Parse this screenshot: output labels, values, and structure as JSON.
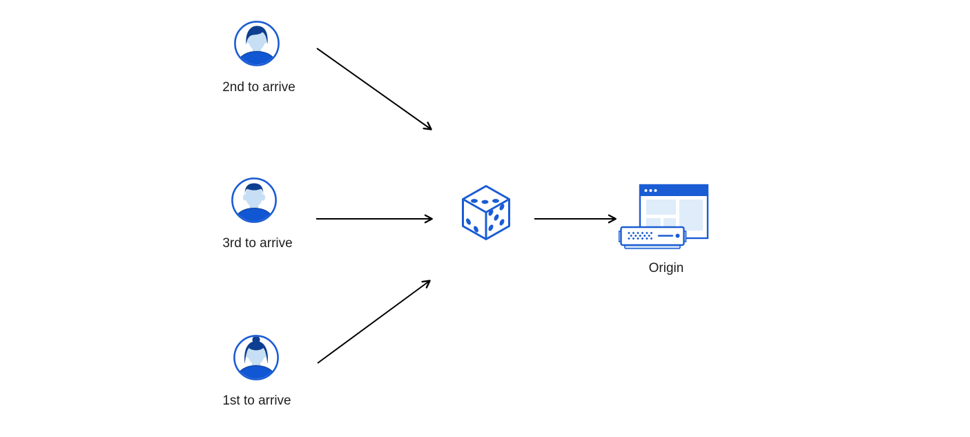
{
  "diagram": {
    "description": "Three visitors arriving in different order are routed randomly (dice) to an origin server",
    "nodes": [
      {
        "id": "visitor-top",
        "label": "2nd to arrive",
        "icon": "male-avatar-icon"
      },
      {
        "id": "visitor-middle",
        "label": "3rd to arrive",
        "icon": "male-avatar-icon"
      },
      {
        "id": "visitor-bottom",
        "label": "1st to arrive",
        "icon": "female-avatar-icon"
      },
      {
        "id": "randomizer-dice",
        "icon": "dice-icon"
      },
      {
        "id": "origin",
        "label": "Origin",
        "icon": "origin-server-icon"
      }
    ],
    "edges": [
      {
        "from": "visitor-top",
        "to": "randomizer-dice"
      },
      {
        "from": "visitor-middle",
        "to": "randomizer-dice"
      },
      {
        "from": "visitor-bottom",
        "to": "randomizer-dice"
      },
      {
        "from": "randomizer-dice",
        "to": "origin"
      }
    ],
    "colors": {
      "background": "#ffffff",
      "accent_blue": "#1a5cd4",
      "dark_navy_hair": "#0d3e90",
      "shirt_blue": "#1156d3",
      "face_light_blue": "#c7dff4",
      "panel_light_blue": "#dfecf9",
      "server_base_blue": "#cfe3f7",
      "arrow_black": "#000000",
      "label_text": "#1d1d1f"
    }
  }
}
